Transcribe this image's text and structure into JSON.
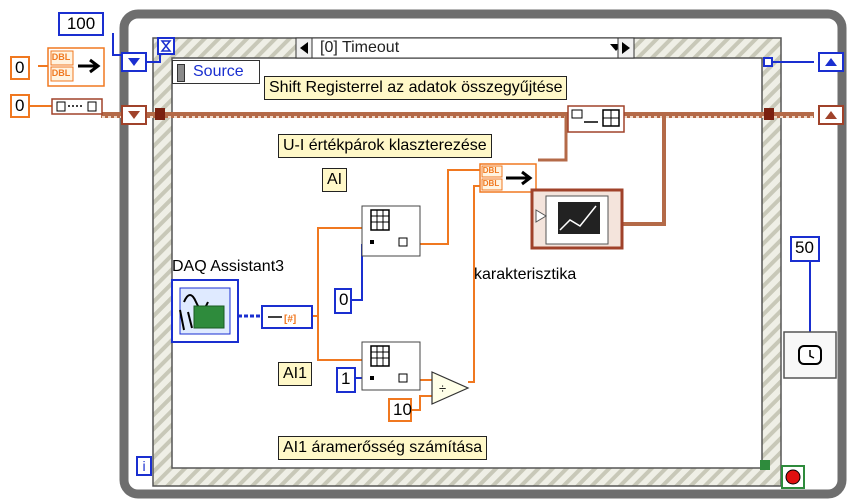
{
  "top_const": "100",
  "left_consts": {
    "first": "0",
    "second": "0"
  },
  "case_selector": "[0] Timeout",
  "event_source_label": "Source",
  "comments": {
    "shift_register": "Shift Registerrel az adatok összegyűjtése",
    "cluster": "U-I értékpárok klaszterezése",
    "ai1_current": "AI1 áramerősség számítása"
  },
  "labels": {
    "ai": "AI",
    "ai1": "AI1",
    "daq": "DAQ Assistant3",
    "graph": "karakterisztika"
  },
  "index_consts": {
    "zero": "0",
    "one": "1"
  },
  "divisor_const": "10",
  "timeout_const": "50",
  "loop_iteration": "i",
  "type_tags": {
    "dbl": "DBL"
  },
  "colors": {
    "numeric_blue": "#1a2fd0",
    "dbl_orange": "#f07820",
    "cluster_brown": "#a0422a",
    "wire_pink": "#c87a5a",
    "frame_gray": "#6e6e6e",
    "comment_yellow": "#fff8c8"
  }
}
